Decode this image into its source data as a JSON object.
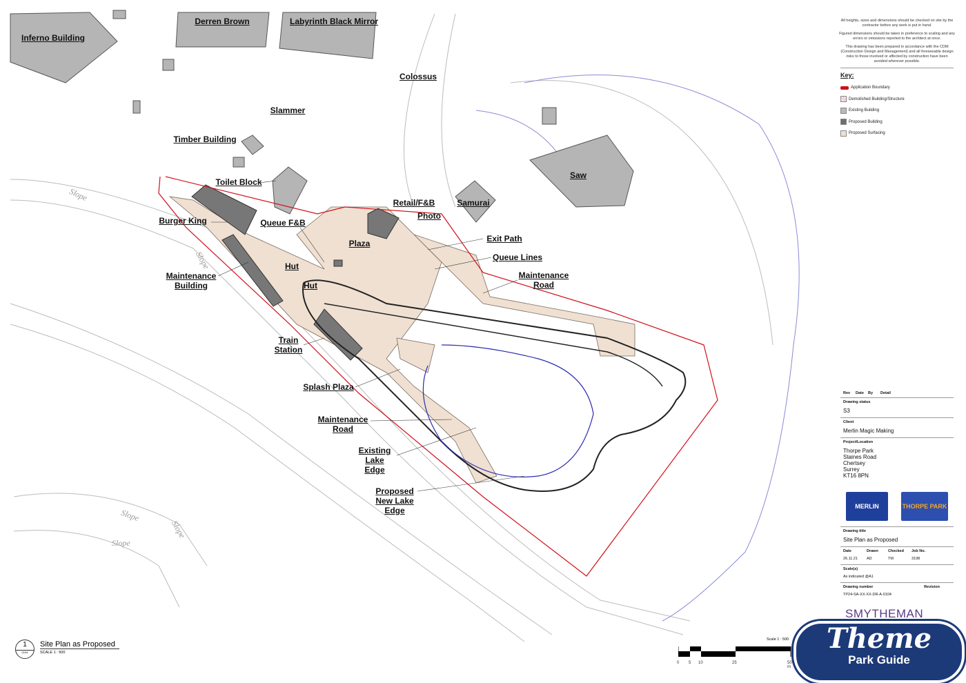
{
  "notes": [
    "All heights, sizes and dimensions should be checked on site by the contractor before any work is put in hand.",
    "Figured dimensions should be taken in preference to scaling and any errors or omissions reported to the architect at once.",
    "This drawing has been prepared in accordance with the CDM (Construction Design and Management) and all foreseeable design risks to those involved or affected by construction have been avoided wherever possible."
  ],
  "key": {
    "title": "Key:",
    "items": [
      {
        "label": "Application Boundary",
        "color": "#d0101a"
      },
      {
        "label": "Demolished Building/Structure",
        "color": "#f3c6cc"
      },
      {
        "label": "Existing Building",
        "color": "#b9b9b9"
      },
      {
        "label": "Proposed Building",
        "color": "#6e6e6e"
      },
      {
        "label": "Proposed Surfacing",
        "color": "#efe0d2"
      }
    ]
  },
  "labels": {
    "inferno": "Inferno Building",
    "derren": "Derren Brown",
    "labyrinth": "Labyrinth Black Mirror",
    "colossus": "Colossus",
    "slammer": "Slammer",
    "timber": "Timber Building",
    "toilet": "Toilet Block",
    "burger": "Burger King",
    "queuefb": "Queue F&B",
    "retail": "Retail/F&B",
    "samurai": "Samurai",
    "photo": "Photo",
    "saw": "Saw",
    "plaza": "Plaza",
    "exitpath": "Exit Path",
    "queuelines": "Queue Lines",
    "maintroad1": "Maintenance Road",
    "maintbuilding": "Maintenance Building",
    "hut": "Hut",
    "train": "Train Station",
    "splash": "Splash Plaza",
    "maintroad2": "Maintenance Road",
    "existinglake": "Existing Lake Edge",
    "newlake": "Proposed New Lake Edge",
    "slope": "Slope"
  },
  "title_block": {
    "rev_headers": [
      "Rev",
      "Date",
      "By",
      "Detail"
    ],
    "drawing_status_label": "Drawing status",
    "drawing_status": "S3",
    "client_label": "Client",
    "client": "Merlin Magic Making",
    "project_label": "Project/Location",
    "project_lines": [
      "Thorpe Park",
      "Staines Road",
      "Chertsey",
      "Surrey",
      "KT16 8PN"
    ],
    "logos": [
      "MERLIN",
      "THORPE PARK"
    ],
    "drawing_title_label": "Drawing title",
    "drawing_title": "Site Plan as Proposed",
    "meta_headers": [
      "Date",
      "Drawn",
      "Checked",
      "Job No."
    ],
    "meta_values": [
      "26.11.21",
      "AD",
      "TM",
      "3198"
    ],
    "scale_label": "Scale(s)",
    "scale": "As indicated @A1",
    "drawing_number_label": "Drawing number",
    "revision_label": "Revision",
    "drawing_number": "TP24-SA-XX-XX-DR-A-0104",
    "architect": "SMYTHEMAN"
  },
  "caption": {
    "number": "1",
    "sheet": "0104",
    "title": "Site Plan as Proposed",
    "scale": "SCALE    1 : 500"
  },
  "scalebar": {
    "title": "Scale 1 : 500",
    "ticks": [
      "0",
      "5",
      "10",
      "25",
      "50 m"
    ]
  },
  "watermark": {
    "line1": "Theme",
    "line2": "Park Guide"
  }
}
